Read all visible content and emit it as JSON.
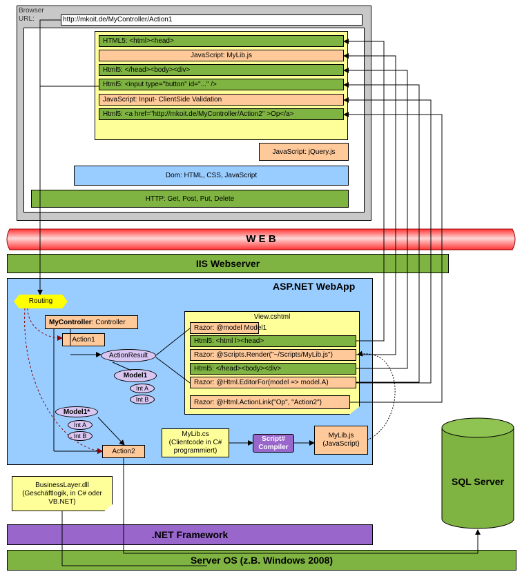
{
  "browser": {
    "title": "Browser",
    "url_label": "URL:",
    "url": "http://mkoit.de/MyController/Action1",
    "page_lines": [
      {
        "text": "HTML5: <html><head>",
        "kind": "html"
      },
      {
        "text": "JavaScript: MyLib.js",
        "kind": "js"
      },
      {
        "text": "Html5: </head><body><div>",
        "kind": "html"
      },
      {
        "text": "Html5: <input type=\"button\" id=\"...\" />",
        "kind": "html"
      },
      {
        "text": "JavaScript: Input- ClientSide Validation",
        "kind": "js"
      },
      {
        "text": "Html5: <a href=\"http://mkoit.de/MyController/Action2\" >Op</a>",
        "kind": "html"
      }
    ],
    "jquery": "JavaScript: jQuery.js",
    "dom": "Dom: HTML, CSS, JavaScript",
    "http": "HTTP: Get, Post, Put, Delete"
  },
  "web": "W E B",
  "iis": "IIS Webserver",
  "webapp": {
    "title": "ASP.NET WebApp",
    "routing": "Routing",
    "controller_name": "MyController",
    "controller_type": " : Controller",
    "action1": "Action1",
    "action_result": "ActionResult",
    "model1": "Model1",
    "model1_int_a": "Int A",
    "model1_int_b": "Int B",
    "model1_star": "Model1*",
    "model1_star_int_a": "Int A",
    "model1_star_int_b": "Int B",
    "action2": "Action2",
    "view": {
      "title": "View.cshtml",
      "lines": [
        {
          "text": "Razor: @model Model1",
          "kind": "razor"
        },
        {
          "text": "Html5: <html l><head>",
          "kind": "html"
        },
        {
          "text": "Razor: @Scripts.Render(\"~/Scripts/MyLib.js\")",
          "kind": "razor"
        },
        {
          "text": "Html5: </head><body><div>",
          "kind": "html"
        },
        {
          "text": "Razor: @Html.EditorFor(model => model.A)",
          "kind": "razor"
        },
        {
          "text": "Razor: @Html.ActionLink(\"Op\", \"Action2\")",
          "kind": "razor"
        }
      ]
    },
    "mylib_cs": [
      "MyLib.cs",
      "(Clientcode in C#",
      "programmiert)"
    ],
    "script_compiler": [
      "Script#",
      "Compiler"
    ],
    "mylib_js": [
      "MyLib.js",
      "(JavaScript)"
    ]
  },
  "business_layer": [
    "BusinessLayer.dll",
    "(Geschäftlogik, in C# oder",
    "VB.NET)"
  ],
  "sql_server": "SQL Server",
  "dotnet": ".NET Framework",
  "server_os": "Server OS (z.B. Windows 2008)",
  "colors": {
    "html": "#7fb342",
    "js": "#ffc99a",
    "note": "#ffff99",
    "webapp": "#99ccff",
    "framework": "#9966cc",
    "web_band": "#ff6666"
  }
}
